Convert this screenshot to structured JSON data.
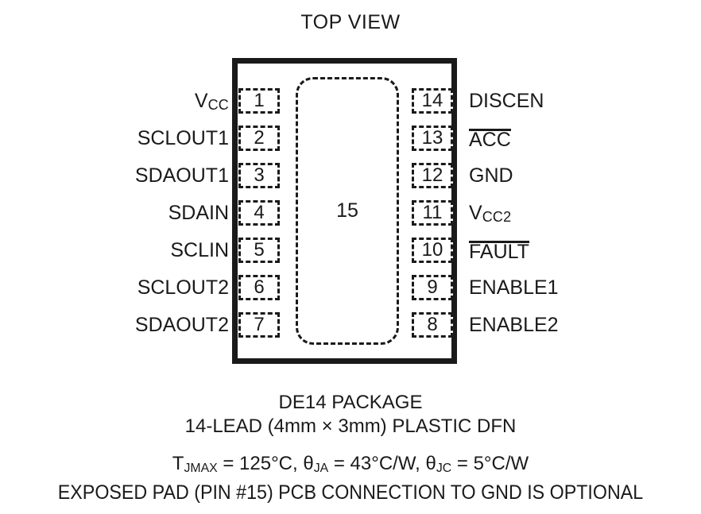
{
  "title": "TOP VIEW",
  "package": {
    "exposed_pad_number": "15",
    "left_pins": [
      {
        "number": "1",
        "label": "V",
        "sub": "CC",
        "overbar": false
      },
      {
        "number": "2",
        "label": "SCLOUT1",
        "sub": "",
        "overbar": false
      },
      {
        "number": "3",
        "label": "SDAOUT1",
        "sub": "",
        "overbar": false
      },
      {
        "number": "4",
        "label": "SDAIN",
        "sub": "",
        "overbar": false
      },
      {
        "number": "5",
        "label": "SCLIN",
        "sub": "",
        "overbar": false
      },
      {
        "number": "6",
        "label": "SCLOUT2",
        "sub": "",
        "overbar": false
      },
      {
        "number": "7",
        "label": "SDAOUT2",
        "sub": "",
        "overbar": false
      }
    ],
    "right_pins": [
      {
        "number": "14",
        "label": "DISCEN",
        "sub": "",
        "overbar": false
      },
      {
        "number": "13",
        "label": "ACC",
        "sub": "",
        "overbar": true
      },
      {
        "number": "12",
        "label": "GND",
        "sub": "",
        "overbar": false
      },
      {
        "number": "11",
        "label": "V",
        "sub": "CC2",
        "overbar": false
      },
      {
        "number": "10",
        "label": "FAULT",
        "sub": "",
        "overbar": true
      },
      {
        "number": "9",
        "label": "ENABLE1",
        "sub": "",
        "overbar": false
      },
      {
        "number": "8",
        "label": "ENABLE2",
        "sub": "",
        "overbar": false
      }
    ]
  },
  "caption": {
    "package_name": "DE14 PACKAGE",
    "package_desc": "14-LEAD (4mm × 3mm) PLASTIC DFN",
    "thermal": {
      "tjmax_symbol": "T",
      "tjmax_sub": "JMAX",
      "tjmax_value": " = 125°C, ",
      "theta_ja_symbol": "θ",
      "theta_ja_sub": "JA",
      "theta_ja_value": " = 43°C/W, ",
      "theta_jc_symbol": "θ",
      "theta_jc_sub": "JC",
      "theta_jc_value": " = 5°C/W"
    },
    "exposed_pad_note": "EXPOSED PAD (PIN #15) PCB CONNECTION TO GND IS OPTIONAL"
  },
  "colors": {
    "ink": "#1a1a1a",
    "background": "#ffffff"
  }
}
